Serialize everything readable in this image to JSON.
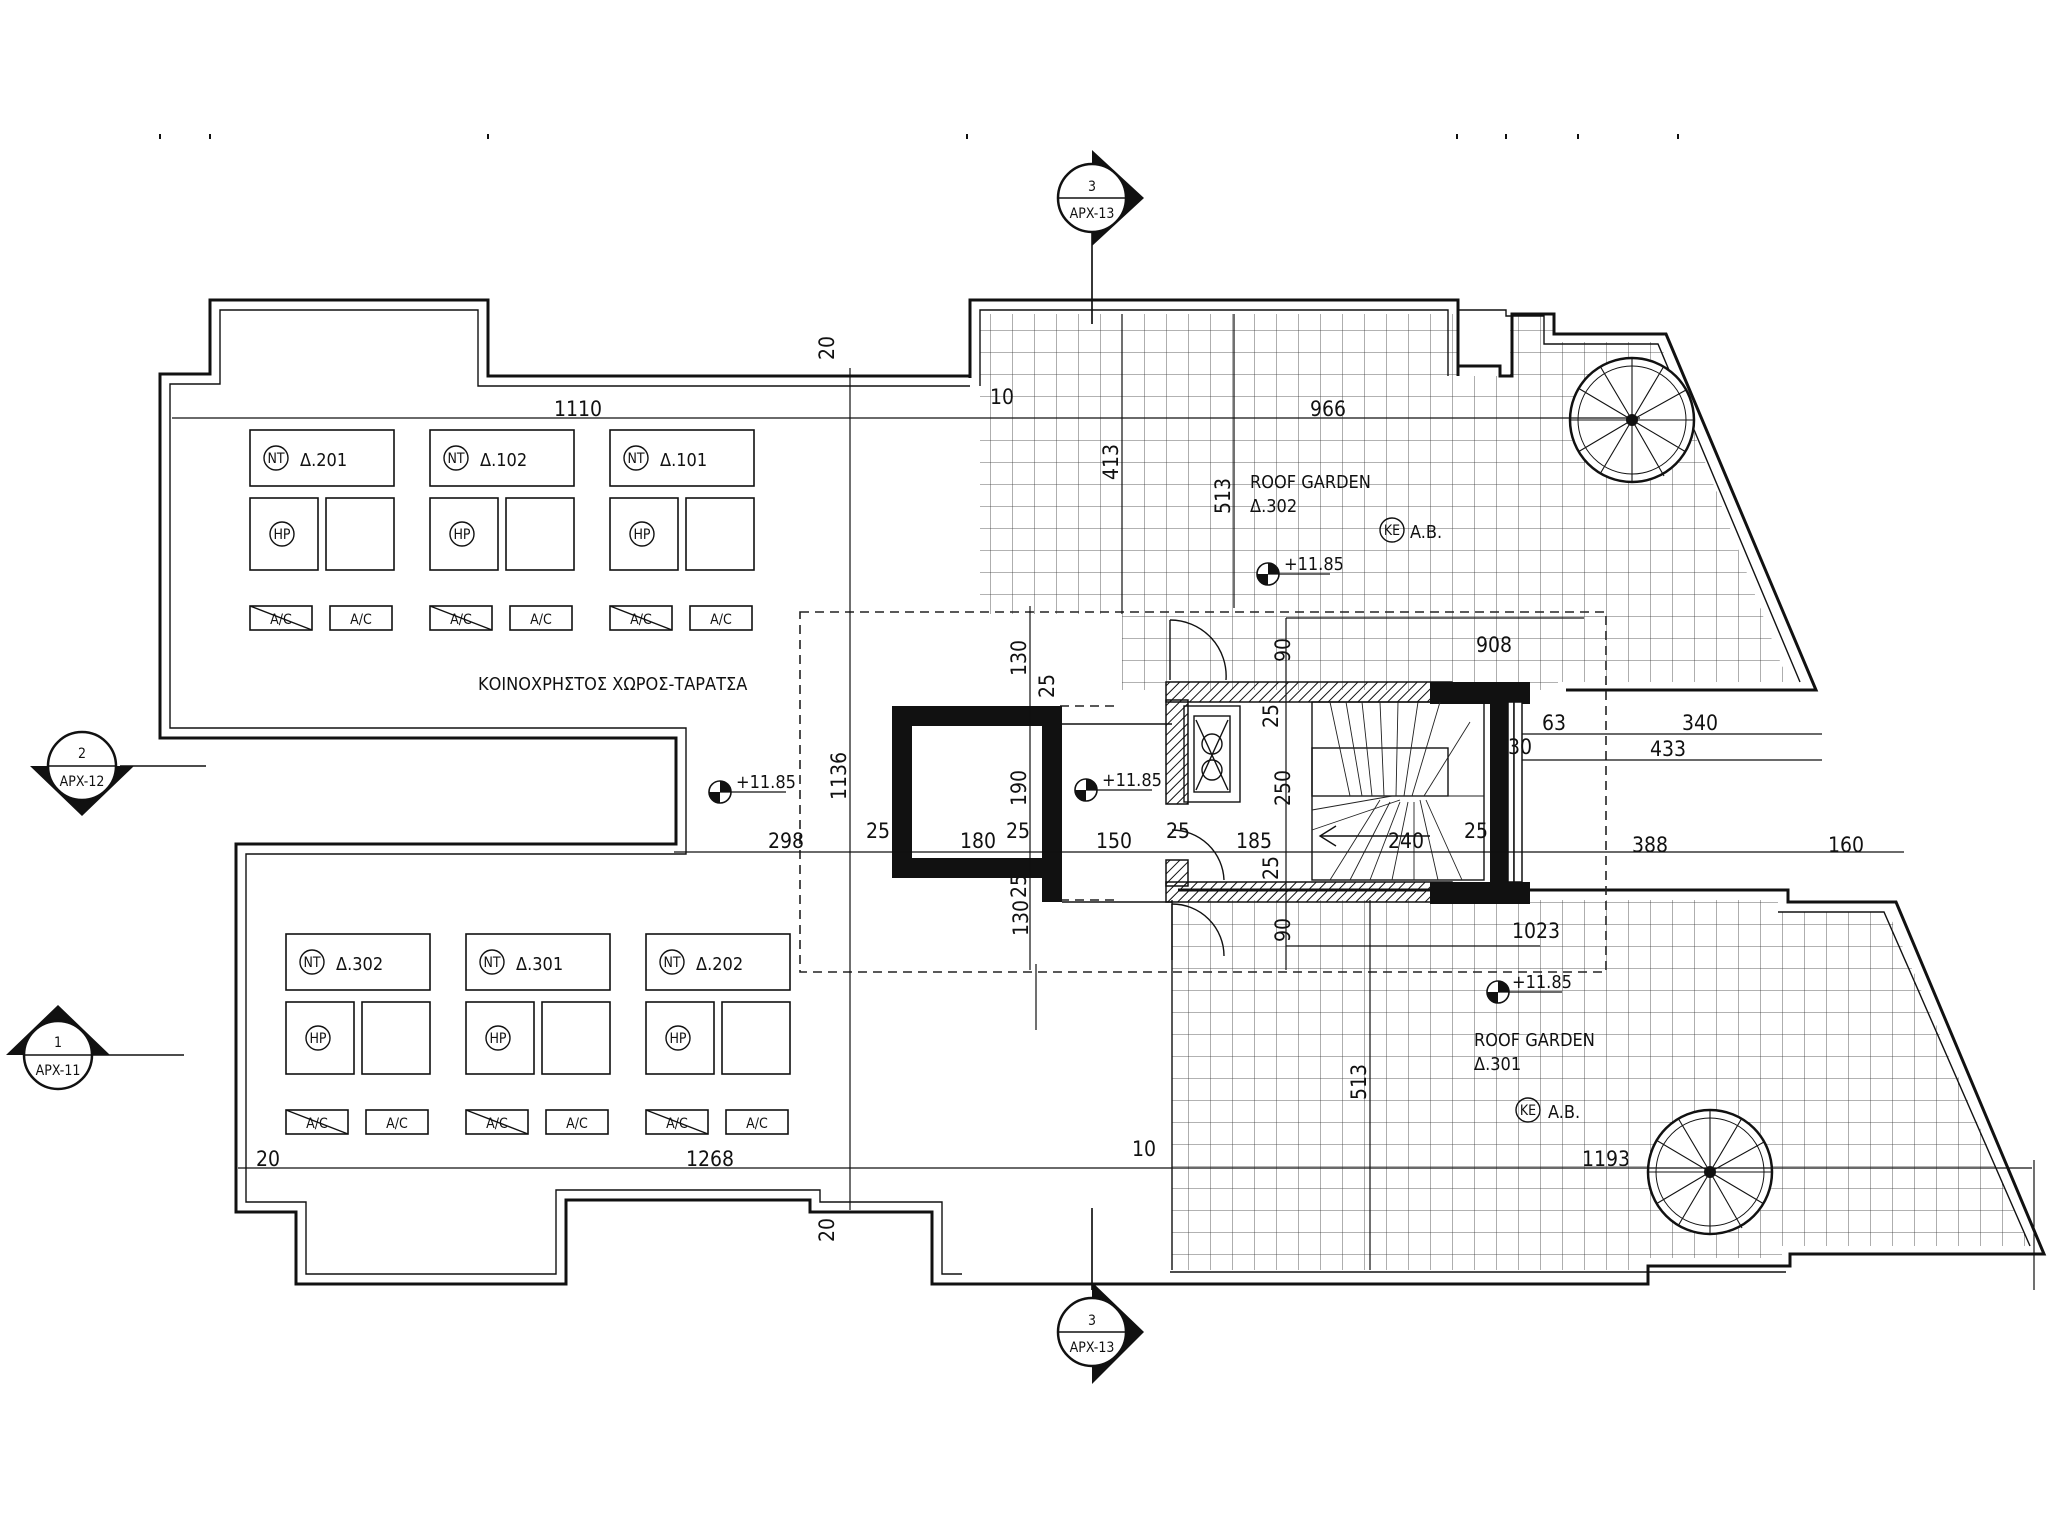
{
  "drawing": {
    "common_area_label": "ΚΟΙΝΟΧΡΗΣΤΟΣ ΧΩΡΟΣ-ΤΑΡΑΤΣΑ",
    "roof_garden_top": {
      "title": "ROOF GARDEN",
      "unit": "Δ.302",
      "code": "KE",
      "code_text": "A.B."
    },
    "roof_garden_bottom": {
      "title": "ROOF GARDEN",
      "unit": "Δ.301",
      "code": "KE",
      "code_text": "A.B."
    },
    "level_marks": [
      "+11.85",
      "+11.85",
      "+11.85",
      "+11.85"
    ],
    "equipment_top": [
      {
        "nt": "NT",
        "unit": "Δ.201",
        "hp": "HP",
        "ac": [
          "A/C",
          "A/C"
        ]
      },
      {
        "nt": "NT",
        "unit": "Δ.102",
        "hp": "HP",
        "ac": [
          "A/C",
          "A/C"
        ]
      },
      {
        "nt": "NT",
        "unit": "Δ.101",
        "hp": "HP",
        "ac": [
          "A/C",
          "A/C"
        ]
      }
    ],
    "equipment_bottom": [
      {
        "nt": "NT",
        "unit": "Δ.302",
        "hp": "HP",
        "ac": [
          "A/C",
          "A/C"
        ]
      },
      {
        "nt": "NT",
        "unit": "Δ.301",
        "hp": "HP",
        "ac": [
          "A/C",
          "A/C"
        ]
      },
      {
        "nt": "NT",
        "unit": "Δ.202",
        "hp": "HP",
        "ac": [
          "A/C",
          "A/C"
        ]
      }
    ],
    "section_markers": [
      {
        "number": "3",
        "sheet": "APX-13"
      },
      {
        "number": "3",
        "sheet": "APX-13"
      },
      {
        "number": "2",
        "sheet": "APX-12"
      },
      {
        "number": "1",
        "sheet": "APX-11"
      }
    ],
    "dimensions": {
      "d20_top": "20",
      "d1110": "1110",
      "d10_top": "10",
      "d966": "966",
      "d413": "413",
      "d513_top": "513",
      "d908": "908",
      "d130_top": "130",
      "d25_a": "25",
      "d90_top": "90",
      "d25_b": "25",
      "d63": "63",
      "d340": "340",
      "d30": "30",
      "d433": "433",
      "d1136": "1136",
      "d190": "190",
      "d250": "250",
      "d298": "298",
      "d25_c": "25",
      "d180": "180",
      "d25_d": "25",
      "d150": "150",
      "d25_e": "25",
      "d185": "185",
      "d240": "240",
      "d25_f": "25",
      "d388": "388",
      "d160": "160",
      "d25_g": "25",
      "d25_h": "25",
      "d130_bot": "130",
      "d90_bot": "90",
      "d1023": "1023",
      "d513_bot": "513",
      "d20_left": "20",
      "d1268": "1268",
      "d10_bot": "10",
      "d1193": "1193",
      "d20_bot": "20"
    }
  }
}
